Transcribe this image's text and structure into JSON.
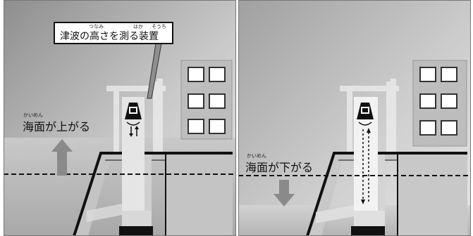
{
  "title": {
    "text": "津波の高さを測る装置",
    "ruby_tsunami": "つなみ",
    "ruby_hakaru": "はか",
    "ruby_souchi": "そうち"
  },
  "left_panel": {
    "label": "海面が上がる",
    "ruby": "かいめん",
    "sea_level_state": "rising"
  },
  "right_panel": {
    "label": "海面が下がる",
    "ruby": "かいめん",
    "sea_level_state": "falling"
  },
  "colors": {
    "sky_dark": "#9c9c9c",
    "sky_light": "#d6d6d6",
    "water": "#b9b9b9",
    "wall": "#111111",
    "building": "#bdbdbd",
    "device": "#111111",
    "arrow": "#8a8a8a"
  },
  "icons": {
    "sensor": "tsunami-gauge-sensor-icon",
    "up_arrow": "sea-level-up-arrow-icon",
    "down_arrow": "sea-level-down-arrow-icon"
  }
}
